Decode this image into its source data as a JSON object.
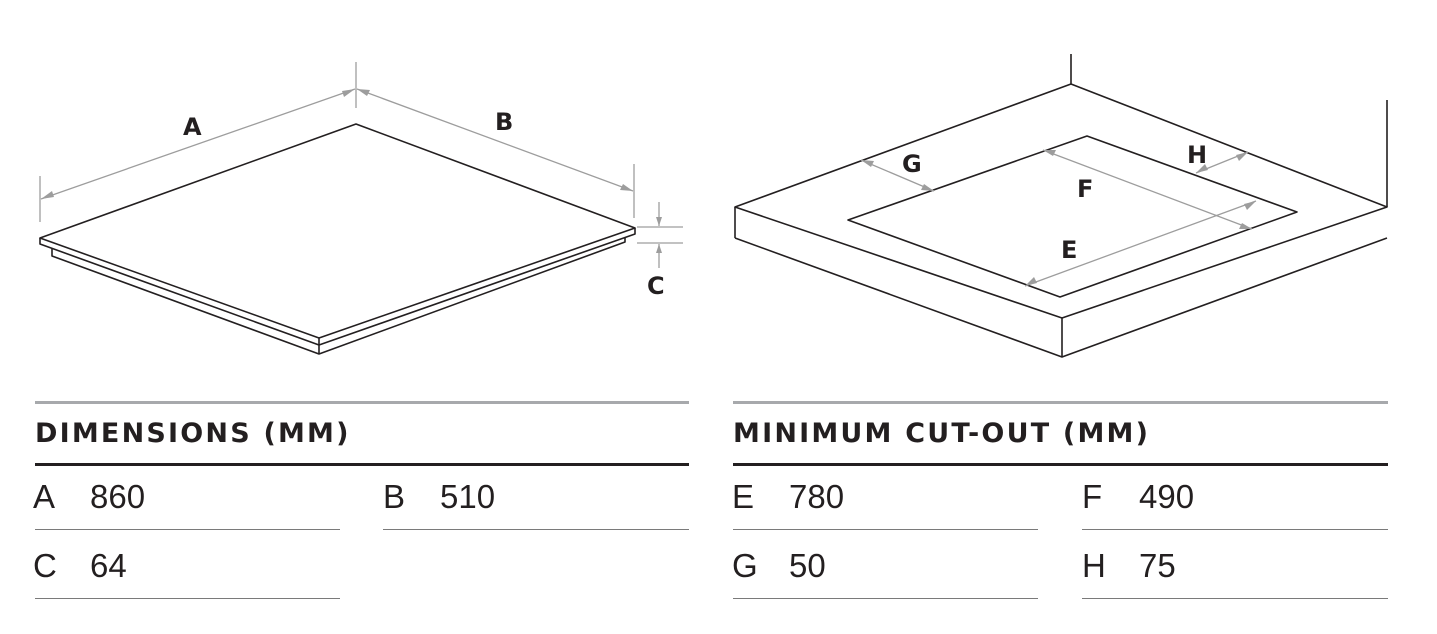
{
  "diagram_labels": {
    "a": "A",
    "b": "B",
    "c": "C",
    "e": "E",
    "f": "F",
    "g": "G",
    "h": "H"
  },
  "dimensions": {
    "title": "DIMENSIONS (MM)",
    "rows": [
      {
        "key": "A",
        "value": "860"
      },
      {
        "key": "B",
        "value": "510"
      },
      {
        "key": "C",
        "value": "64"
      }
    ]
  },
  "cutout": {
    "title": "MINIMUM CUT-OUT (MM)",
    "rows": [
      {
        "key": "E",
        "value": "780"
      },
      {
        "key": "F",
        "value": "490"
      },
      {
        "key": "G",
        "value": "50"
      },
      {
        "key": "H",
        "value": "75"
      }
    ]
  },
  "colors": {
    "ink": "#231f20",
    "dimension_line": "#9d9d9d",
    "rule_gray": "#a7a9ac"
  }
}
